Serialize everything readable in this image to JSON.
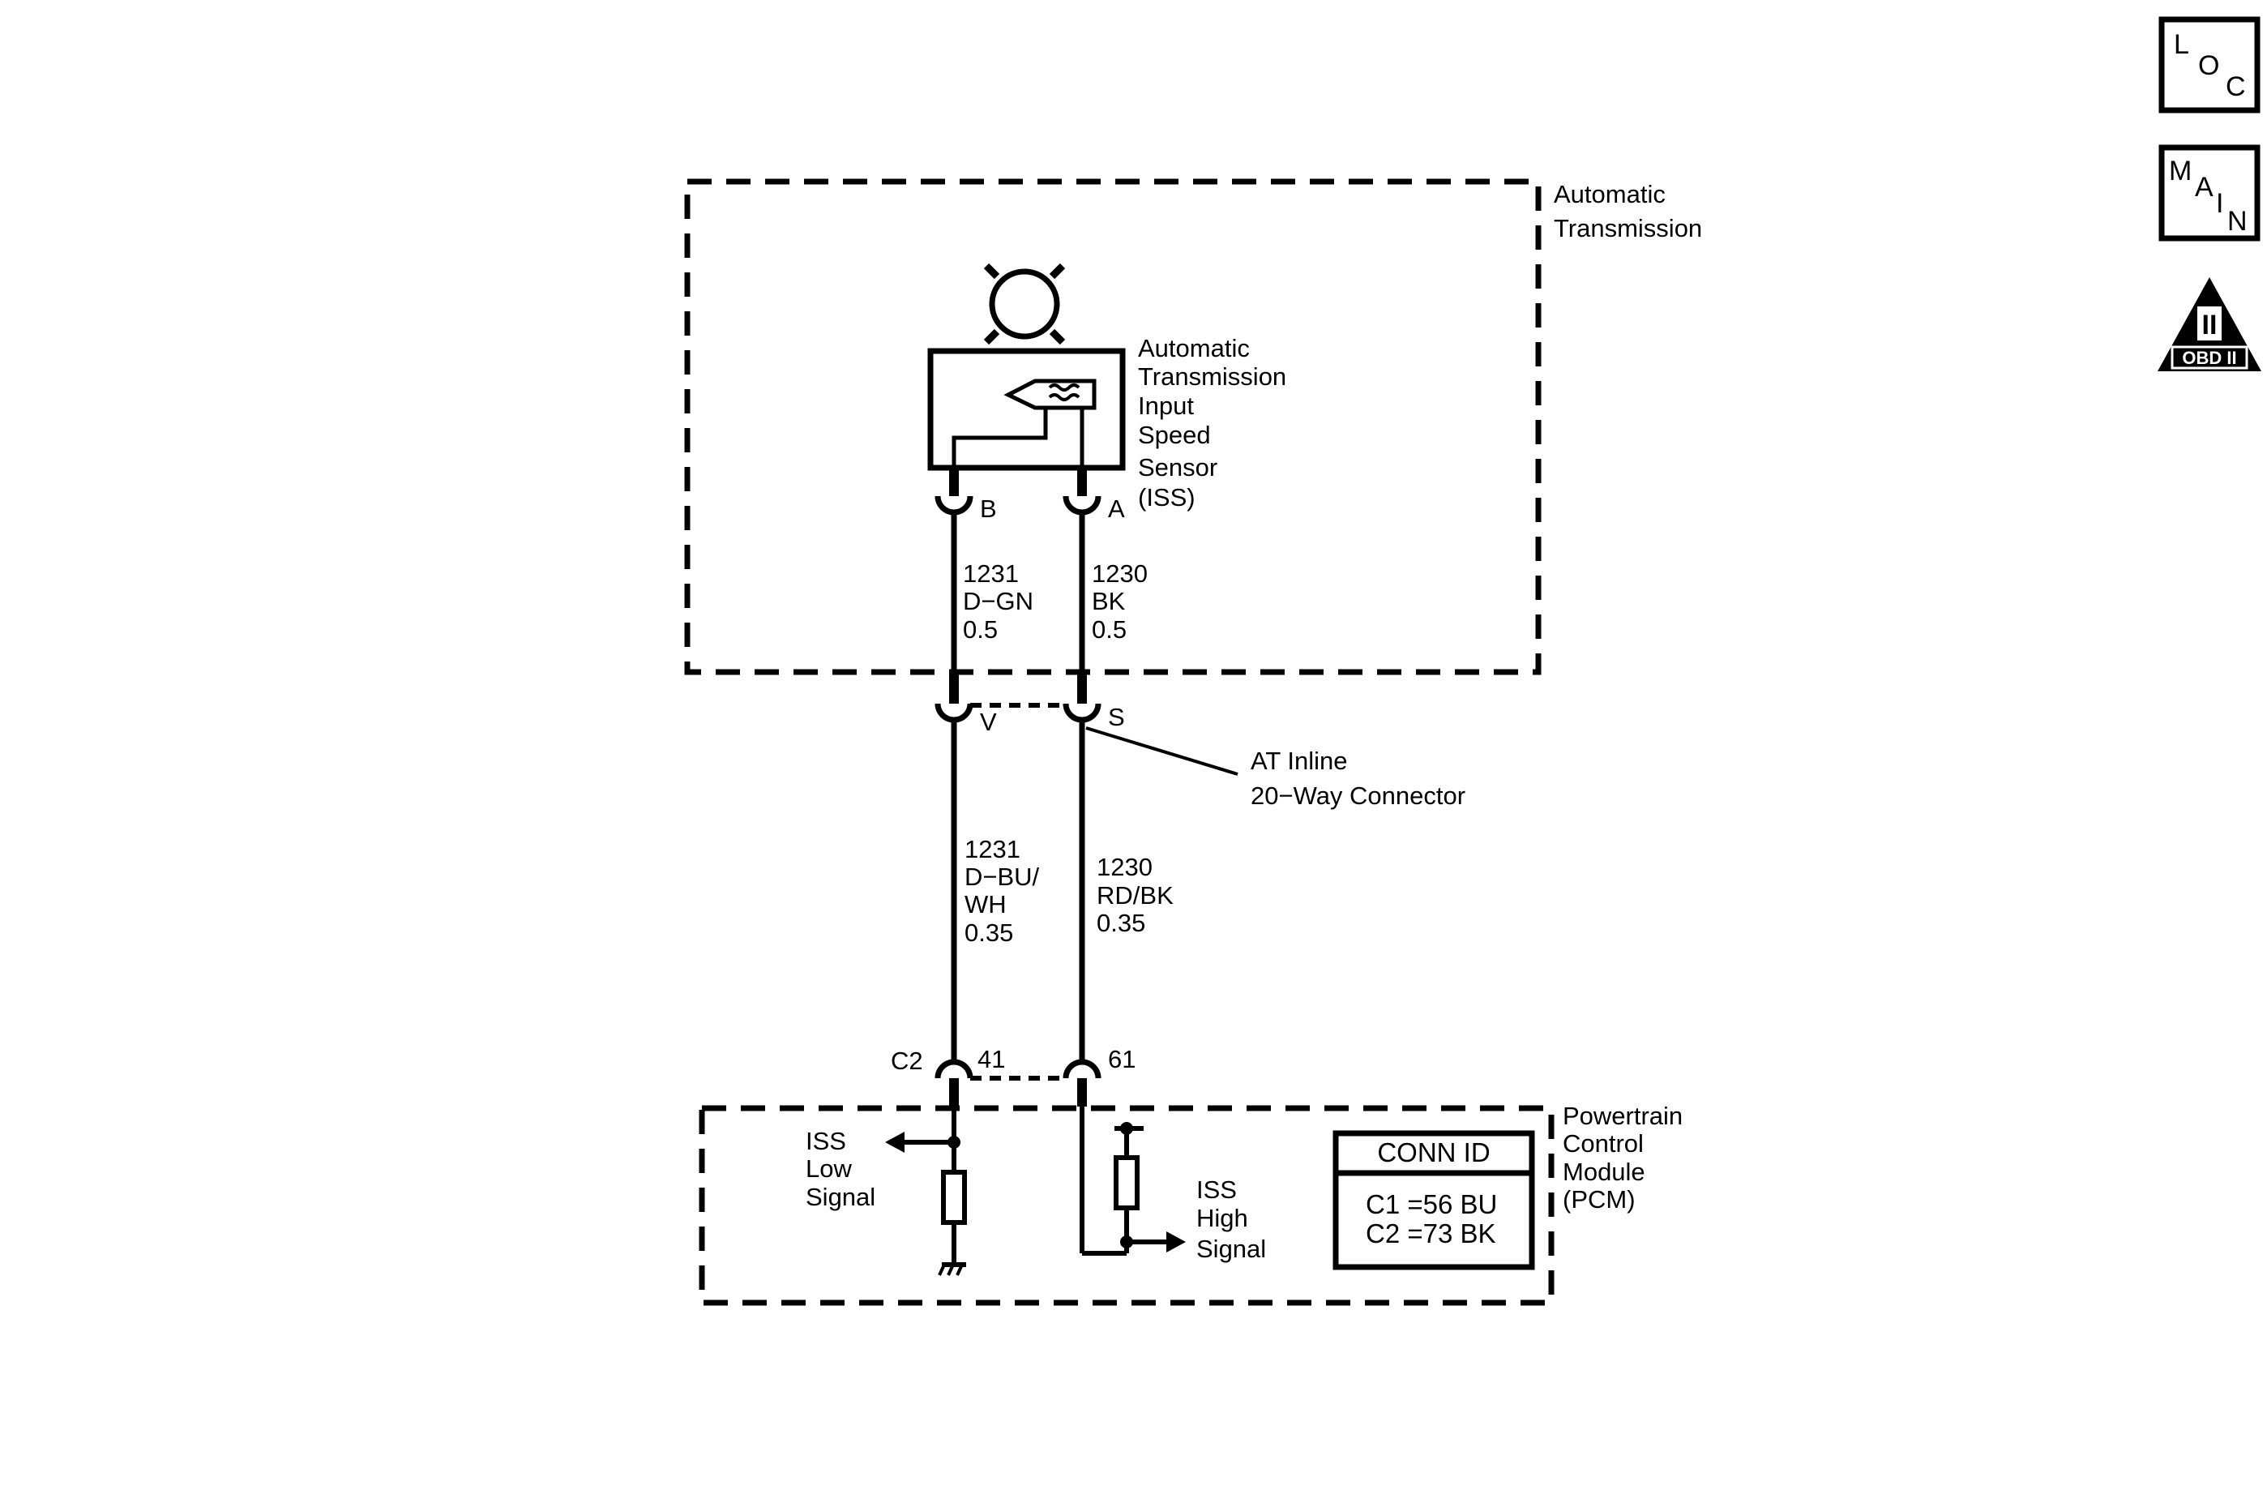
{
  "nav_icons": {
    "loc": [
      "L",
      "O",
      "C"
    ],
    "main": [
      "M",
      "A",
      "I",
      "N"
    ],
    "obd": {
      "numeral": "II",
      "label": "OBD II"
    }
  },
  "boxes": {
    "transmission": [
      "Automatic",
      "Transmission"
    ],
    "pcm": [
      "Powertrain",
      "Control",
      "Module",
      "(PCM)"
    ]
  },
  "sensor": {
    "label": [
      "Automatic",
      "Transmission",
      "Input",
      "Speed",
      "Sensor",
      "(ISS)"
    ],
    "pins": {
      "left": "B",
      "right": "A"
    }
  },
  "wires_upper": {
    "left": [
      "1231",
      "D−GN",
      "0.5"
    ],
    "right": [
      "1230",
      "BK",
      "0.5"
    ]
  },
  "inline_connector": {
    "pins": {
      "left": "V",
      "right": "S"
    },
    "label": [
      "AT Inline",
      "20−Way Connector"
    ]
  },
  "wires_lower": {
    "left": [
      "1231",
      "D−BU/",
      "WH",
      "0.35"
    ],
    "right": [
      "1230",
      "RD/BK",
      "0.35"
    ]
  },
  "pcm_connector": {
    "name": "C2",
    "pins": {
      "left": "41",
      "right": "61"
    }
  },
  "pcm_signals": {
    "low": [
      "ISS",
      "Low",
      "Signal"
    ],
    "high": [
      "ISS",
      "High",
      "Signal"
    ]
  },
  "conn_id": {
    "title": "CONN ID",
    "rows": [
      "C1 =56 BU",
      "C2 =73 BK"
    ]
  }
}
